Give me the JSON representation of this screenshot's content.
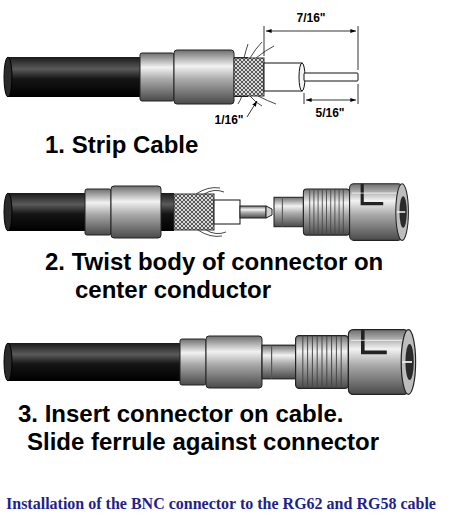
{
  "diagram": {
    "caption": "Installation of the BNC connector to the RG62 and RG58 cable",
    "labels": [
      "7/16\"",
      "5/16\"",
      "1/16\"",
      "1. Strip Cable",
      "2. Twist body of connector on center conductor",
      "3. Insert connector on cable. Slide ferrule against connector"
    ]
  }
}
